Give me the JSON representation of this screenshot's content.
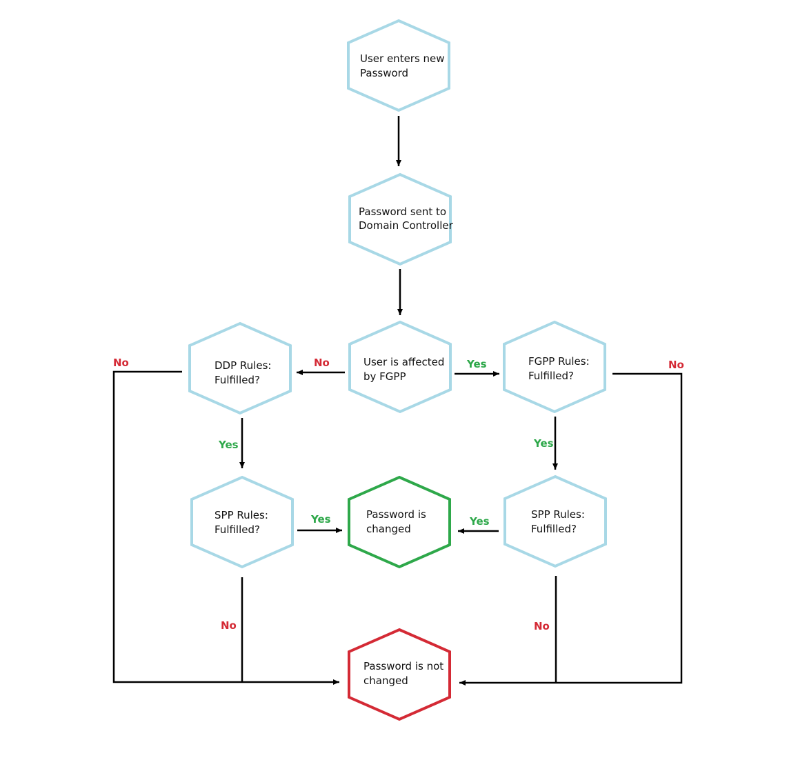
{
  "colors": {
    "node_border": "#a8d8e6",
    "success_border": "#2ea84a",
    "failure_border": "#d42a35",
    "connector": "#000000",
    "yes_label": "#2ea84a",
    "no_label": "#d42a35"
  },
  "nodes": {
    "user_enters": {
      "line1": "User enters new",
      "line2": "Password"
    },
    "sent_to_dc": {
      "line1": "Password sent to",
      "line2": "Domain Controller"
    },
    "affected_by_fgpp": {
      "line1": "User is affected",
      "line2": "by FGPP"
    },
    "ddp_rules": {
      "line1": "DDP Rules:",
      "line2": "Fulfilled?"
    },
    "fgpp_rules": {
      "line1": "FGPP Rules:",
      "line2": "Fulfilled?"
    },
    "spp_rules_left": {
      "line1": "SPP Rules:",
      "line2": "Fulfilled?"
    },
    "spp_rules_right": {
      "line1": "SPP Rules:",
      "line2": "Fulfilled?"
    },
    "password_changed": {
      "line1": "Password is",
      "line2": "changed"
    },
    "password_not_changed": {
      "line1": "Password is not",
      "line2": "changed"
    }
  },
  "edge_labels": {
    "fgpp_no": "No",
    "fgpp_yes": "Yes",
    "ddp_no": "No",
    "ddp_yes": "Yes",
    "fgpp_rules_no": "No",
    "fgpp_rules_yes": "Yes",
    "spp_left_yes": "Yes",
    "spp_left_no": "No",
    "spp_right_yes": "Yes",
    "spp_right_no": "No"
  }
}
